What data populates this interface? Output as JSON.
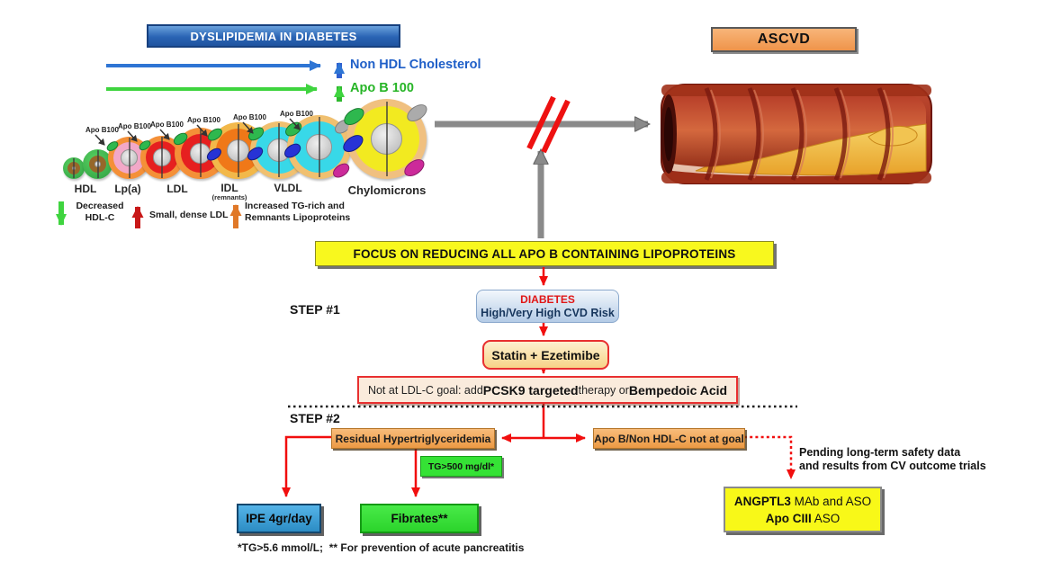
{
  "banners": {
    "dyslipidemia": "DYSLIPIDEMIA IN DIABETES",
    "ascvd": "ASCVD",
    "focus": "FOCUS ON REDUCING ALL APO B CONTAINING LIPOPROTEINS"
  },
  "top_arrows": {
    "non_hdl": "Non HDL Cholesterol",
    "apo_b": "Apo B 100"
  },
  "apo_tag": "Apo B100",
  "particles": {
    "hdl": "HDL",
    "lpa": "Lp(a)",
    "ldl": "LDL",
    "idl": "IDL",
    "idl_sub": "(remnants)",
    "vldl": "VLDL",
    "chylomicrons": "Chylomicrons"
  },
  "legend": {
    "item1_line1": "Decreased",
    "item1_line2": "HDL-C",
    "item2": "Small, dense LDL",
    "item3_line1": "Increased TG-rich and",
    "item3_line2": "Remnants Lipoproteins"
  },
  "steps": {
    "step1": "STEP #1",
    "step2": "STEP #2"
  },
  "flow": {
    "diabetes_title": "DIABETES",
    "diabetes_subtitle": "High/Very High CVD Risk",
    "statin": "Statin + Ezetimibe",
    "ldl_goal_pre": "Not at LDL-C goal: add ",
    "ldl_goal_bold1": "PCSK9 targeted",
    "ldl_goal_mid": " therapy or ",
    "ldl_goal_bold2": "Bempedoic Acid",
    "residual_htg": "Residual Hypertriglyceridemia",
    "apob_not_at_goal": "Apo B/Non HDL-C not at goal",
    "tg_threshold": "TG>500 mg/dl*",
    "ipe": "IPE 4gr/day",
    "fibrates": "Fibrates**",
    "pending_line1": "Pending long-term safety data",
    "pending_line2": "and results from CV outcome trials",
    "angptl3_bold": "ANGPTL3",
    "angptl3_rest": " MAb and ASO",
    "apociii_bold": "Apo CIII",
    "apociii_rest": " ASO"
  },
  "footnote": "*TG>5.6 mmol/L;  ** For prevention of acute pancreatitis",
  "colors": {
    "flow_red": "#f10e0e",
    "banner_blue": "#2a64b4",
    "banner_yellow": "#f8f81e",
    "ascvd_orange": "#f2a05e",
    "box_green": "#3ce63c",
    "box_blue": "#38a0d8",
    "box_orange": "#f3a659",
    "box_yellow": "#f8f818",
    "non_hdl_blue": "#1f5fc8",
    "apo_b_green": "#27b527"
  }
}
